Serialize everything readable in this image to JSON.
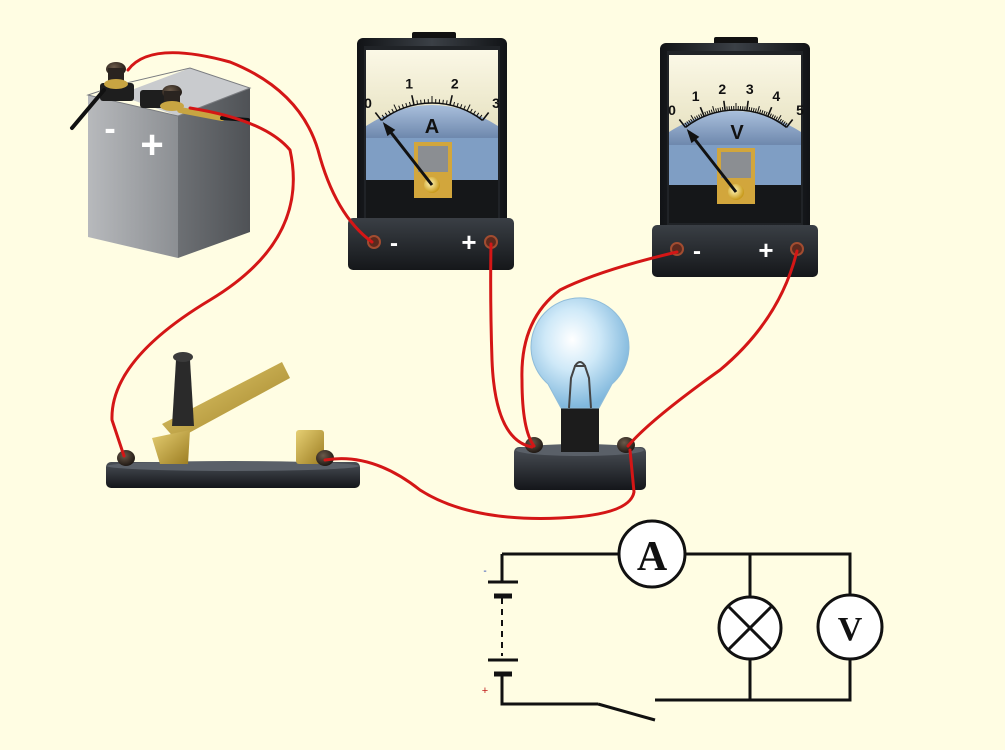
{
  "colors": {
    "background": "#fffde3",
    "wire": "#d41616",
    "meter_body": "#1d2024",
    "dial_face": "#f3efd2",
    "dial_band": "#8fa7c9",
    "battery": "#9c9ea1",
    "brass": "#c7a83a",
    "bulb_glass": "#bfe3f7"
  },
  "battery": {
    "negative_label": "-",
    "positive_label": "+"
  },
  "ammeter": {
    "symbol": "A",
    "ticks": [
      "0",
      "1",
      "2",
      "3"
    ],
    "negative_label": "-",
    "positive_label": "+",
    "needle_value": 0
  },
  "voltmeter": {
    "symbol": "V",
    "ticks": [
      "0",
      "1",
      "2",
      "3",
      "4",
      "5"
    ],
    "negative_label": "-",
    "positive_label": "+",
    "needle_value": 0
  },
  "schematic": {
    "ammeter_symbol": "A",
    "voltmeter_symbol": "V",
    "battery_negative_mark": "-",
    "battery_positive_mark": "+"
  }
}
